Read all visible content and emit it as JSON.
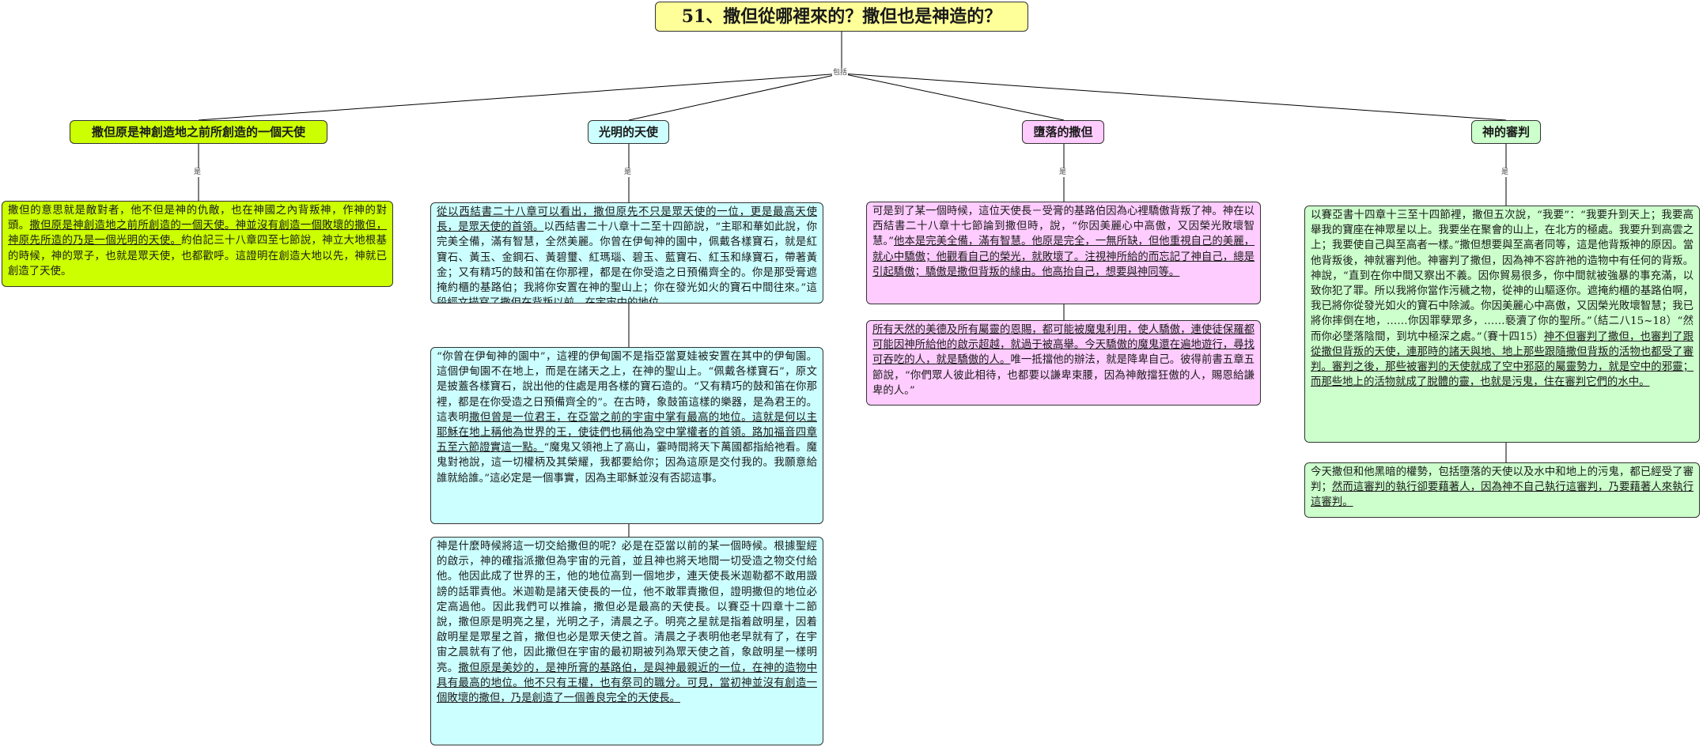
{
  "root": {
    "title": "51、撒但從哪裡來的？撒但也是神造的？",
    "edge_label": "包括"
  },
  "branches": [
    {
      "title": "撒但原是神創造地之前所創造的一個天使",
      "edge_label": "是",
      "leaves": [
        {
          "segments": [
            {
              "t": "撒但的意思就是敵對者，他不但是神的仇敵，也在神國之內背叛神，作神的對頭。"
            },
            {
              "t": "撒但原是神創造地之前所創造的一個天使。神並沒有創造一個敗壞的撒但，神原先所造的乃是一個光明的天使。",
              "u": true
            },
            {
              "t": "約伯記三十八章四至七節說，神立大地根基的時候，神的眾子，也就是眾天使，也都歡呼。這證明在創造大地以先，神就已創造了天使。"
            }
          ]
        }
      ]
    },
    {
      "title": "光明的天使",
      "edge_label": "是",
      "leaves": [
        {
          "segments": [
            {
              "t": "從以西結書二十八章可以看出，撒但原先不只是眾天使的一位，更是最高天使長，是眾天使的首領。",
              "u": true
            },
            {
              "t": "以西結書二十八章十二至十四節說，“主耶和華如此說，你完美全備，滿有智慧，全然美麗。你曾在伊甸神的園中，佩戴各樣寶石，就是紅寶石、黃玉、金鋼石、黃碧璽、紅瑪瑙、碧玉、藍寶石、紅玉和綠寶石，帶著黃金；又有精巧的鼓和笛在你那裡，都是在你受造之日預備齊全的。你是那受膏遮掩約櫃的基路伯；我將你安置在神的聖山上；你在發光如火的寶石中間往來。”這段經文描寫了撒但在背叛以前，在宇宙中的地位。"
            }
          ]
        },
        {
          "segments": [
            {
              "t": "“你曾在伊甸神的園中”，這裡的伊甸園不是指亞當夏娃被安置在其中的伊甸園。這個伊甸園不在地上，而是在諸天之上，在神的聖山上。“佩戴各樣寶石”，原文是披蓋各樣寶石，說出他的住處是用各樣的寶石造的。“又有精巧的鼓和笛在你那裡，都是在你受造之日預備齊全的”。在古時，象鼓笛這樣的樂器，是為君王的。這表明"
            },
            {
              "t": "撒但曾是一位君王，在亞當之前的宇宙中掌有最高的地位。這就是何以主耶穌在地上稱他為世界的王，使徒們也稱他為空中掌權者的首領。路加福音四章五至六節證實這一點。",
              "u": true
            },
            {
              "t": "“魔鬼又領祂上了高山，霎時間將天下萬國都指給祂看。魔鬼對祂說，這一切權柄及其榮耀，我都要給你；因為這原是交付我的。我願意給誰就給誰。”這必定是一個事實，因為主耶穌並沒有否認這事。"
            }
          ]
        },
        {
          "segments": [
            {
              "t": "神是什麼時候將這一切交給撒但的呢？必是在亞當以前的某一個時候。根據聖經的啟示，神的確指派撒但為宇宙的元首，並且神也將天地間一切受造之物交付給他。他因此成了世界的王，他的地位高到一個地步，連天使長米迦勒都不敢用譭謗的話罪責他。米迦勒是諸天使長的一位，他不敢罪責撒但，證明撒但的地位必定高過他。因此我們可以推論，撒但必是最高的天使長。以賽亞十四章十二節說，撒但原是明亮之星，光明之子，清晨之子。明亮之星就是指着啟明星，因着啟明星是眾星之首，撒但也必是眾天使之首。清晨之子表明他老早就有了，在宇宙之晨就有了他，因此撒但在宇宙的最初期被列為眾天使之首，象啟明星一樣明亮。"
            },
            {
              "t": "撒但原是美妙的，是神所膏的基路伯，是與神最親近的一位，在神的造物中具有最高的地位。他不只有王權，也有祭司的職分。可見，當初神並沒有創造一個敗壞的撒但，乃是創造了一個善良完全的天使長。",
              "u": true
            }
          ]
        }
      ]
    },
    {
      "title": "墮落的撒但",
      "edge_label": "是",
      "leaves": [
        {
          "segments": [
            {
              "t": "可是到了某一個時候，這位天使長－受膏的基路伯因為心裡驕傲背叛了神。神在以西結書二十八章十七節論到撒但時，說，“你因美麗心中高傲，又因榮光敗壞智慧。”"
            },
            {
              "t": "他本是完美全備，滿有智慧。他原是完全，一無所缺，但他重視自己的美麗，就心中驕傲；他觀看自己的榮光，就敗壞了。注視神所給的而忘記了神自己，總是引起驕傲；驕傲是撒但背叛的緣由。他高抬自己，想要與神同等。",
              "u": true
            }
          ]
        },
        {
          "segments": [
            {
              "t": "所有天然的美德及所有屬靈的恩賜，都可能被魔鬼利用，使人驕傲，連使徒保羅都可能因神所給他的啟示超越，就過于被高舉。今天驕傲的魔鬼還在遍地遊行，尋找可吞吃的人，就是驕傲的人。",
              "u": true
            },
            {
              "t": "唯一抵擋他的辦法，就是降卑自己。彼得前書五章五節說，“你們眾人彼此相待，也都要以謙卑束腰，因為神敵擋狂傲的人，賜恩給謙卑的人。”"
            }
          ]
        }
      ]
    },
    {
      "title": "神的審判",
      "edge_label": "是",
      "leaves": [
        {
          "segments": [
            {
              "t": "以賽亞書十四章十三至十四節裡，撒但五次說，“我要”：“我要升到天上；我要高舉我的寶座在神眾星以上。我要坐在聚會的山上，在北方的極處。我要升到高雲之上；我要使自己與至高者一樣。”撒但想要與至高者同等，這是他背叛神的原因。當他背叛後，神就審判他。神審判了撒但，因為神不容許祂的造物中有任何的背叛。神說，“直到在你中間又察出不義。因你貿易很多，你中間就被強暴的事充滿，以致你犯了罪。所以我將你當作污穢之物，從神的山驅逐你。遮掩約櫃的基路伯啊，我已將你從發光如火的寶石中除滅。你因美麗心中高傲，又因榮光敗壞智慧；我已將你摔倒在地，……你因罪孽眾多，……褻瀆了你的聖所。”（結二八15~18）“然而你必墜落陰間，到坑中極深之處。”（賽十四15）"
            },
            {
              "t": "神不但審判了撒但，也審判了跟從撒但背叛的天使，連那時的諸天與地、地上那些跟隨撒但背叛的活物也都受了審判。審判之後，那些被審判的天使就成了空中邪惡的屬靈勢力，就是空中的邪靈；而那些地上的活物就成了脫體的靈，也就是污鬼，住在審判它們的水中。",
              "u": true
            }
          ]
        },
        {
          "segments": [
            {
              "t": "今天撒但和他黑暗的權勢，包括墮落的天使以及水中和地上的污鬼，都已經受了審判；"
            },
            {
              "t": "然而這審判的執行卻要藉著人，因為神不自己執行這審判，乃要藉著人來執行這審判。",
              "u": true
            }
          ]
        }
      ]
    }
  ]
}
